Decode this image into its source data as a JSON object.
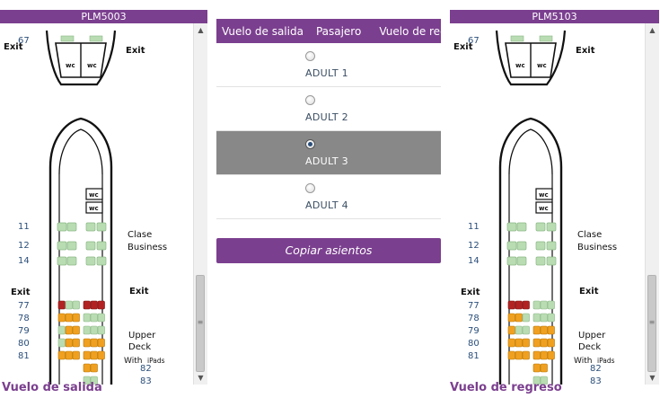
{
  "outbound": {
    "flight_code": "PLM5003",
    "caption": "Vuelo de salida",
    "rows_business": [
      "11",
      "12",
      "14"
    ],
    "rows_upper": [
      "77",
      "78",
      "79",
      "80",
      "81",
      "82",
      "83"
    ],
    "label_exit": "Exit",
    "label_clase": "Clase",
    "label_business": "Business",
    "label_upper": "Upper",
    "label_deck": "Deck",
    "label_with": "With",
    "label_ipads": "iPads",
    "label_wc": "wc",
    "cut_row": "67"
  },
  "return": {
    "flight_code": "PLM5103",
    "caption": "Vuelo de regreso",
    "rows_business": [
      "11",
      "12",
      "14"
    ],
    "rows_upper": [
      "77",
      "78",
      "79",
      "80",
      "81",
      "82",
      "83"
    ],
    "label_exit": "Exit",
    "label_clase": "Clase",
    "label_business": "Business",
    "label_upper": "Upper",
    "label_deck": "Deck",
    "label_with": "With",
    "label_ipads": "iPads",
    "label_wc": "wc",
    "cut_row": "67"
  },
  "passengers": {
    "headers": [
      "Vuelo de salida",
      "Pasajero",
      "Vuelo de regreso"
    ],
    "list": [
      {
        "label": "ADULT 1",
        "selected": false
      },
      {
        "label": "ADULT 2",
        "selected": false
      },
      {
        "label": "ADULT 3",
        "selected": true
      },
      {
        "label": "ADULT 4",
        "selected": false
      }
    ]
  },
  "copy_button": "Copiar asientos",
  "scroll_grip": "≡",
  "colors": {
    "brand_purple": "#7b3f8f",
    "seat_available": "#b9dcb3",
    "seat_occupied": "#f0a020",
    "seat_selected": "#b22222",
    "row_selected_bg": "#888888"
  },
  "seat_status": {
    "outbound": {
      "row77": [
        "sel",
        "avail",
        "avail",
        "sel",
        "sel",
        "sel"
      ],
      "row78": [
        "occ",
        "occ",
        "occ",
        "avail",
        "avail",
        "avail"
      ],
      "row79": [
        "avail",
        "occ",
        "occ",
        "avail",
        "avail",
        "avail"
      ],
      "row80": [
        "avail",
        "occ",
        "occ",
        "occ",
        "occ",
        "occ"
      ],
      "row81": [
        "occ",
        "occ",
        "occ",
        "occ",
        "occ",
        "occ"
      ],
      "row82": [
        "occ",
        "occ"
      ],
      "row83": [
        "avail",
        "avail"
      ]
    },
    "return": {
      "row77": [
        "sel",
        "sel",
        "sel",
        "avail",
        "avail",
        "avail"
      ],
      "row78": [
        "occ",
        "occ",
        "avail",
        "avail",
        "avail",
        "avail"
      ],
      "row79": [
        "occ",
        "avail",
        "avail",
        "occ",
        "occ",
        "occ"
      ],
      "row80": [
        "occ",
        "occ",
        "occ",
        "occ",
        "occ",
        "occ"
      ],
      "row81": [
        "occ",
        "occ",
        "occ",
        "occ",
        "occ",
        "occ"
      ],
      "row82": [
        "occ",
        "occ"
      ],
      "row83": [
        "avail",
        "avail"
      ]
    }
  }
}
